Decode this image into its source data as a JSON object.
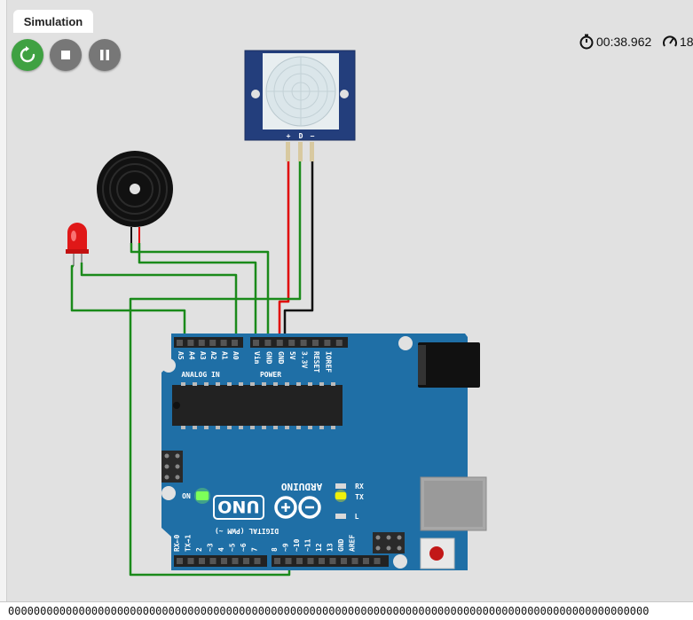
{
  "tab": {
    "label": "Simulation"
  },
  "controls": {
    "restart": "restart-icon",
    "stop": "stop-icon",
    "pause": "pause-icon"
  },
  "status": {
    "timer": "00:38.962",
    "speed": "18"
  },
  "pir": {
    "pins": [
      "+",
      "D",
      "−"
    ]
  },
  "board": {
    "brand": "ARDUINO",
    "model": "UNO",
    "on_label": "ON",
    "tx_label": "TX",
    "rx_label": "RX",
    "l_label": "L",
    "analog_header": "ANALOG IN",
    "power_header": "POWER",
    "digital_header": "DIGITAL (PWM ~)",
    "analog_pins": [
      "A5",
      "A4",
      "A3",
      "A2",
      "A1",
      "A0"
    ],
    "power_pins": [
      "Vin",
      "GND",
      "GND",
      "5V",
      "3.3V",
      "RESET",
      "IOREF"
    ],
    "digital_pins": [
      "RX←0",
      "TX→1",
      "2",
      "~3",
      "4",
      "~5",
      "~6",
      "7",
      "8",
      "~9",
      "~10",
      "~11",
      "12",
      "13",
      "GND",
      "AREF"
    ]
  },
  "serial": {
    "output": "0000000000000000000000000000000000000000000000000000000000000000000000000000000000000000000000000000"
  },
  "colors": {
    "board": "#1f6fa6",
    "wire_green": "#1a8a1a",
    "wire_red": "#e00000",
    "wire_black": "#111111",
    "restart": "#3fa142"
  }
}
